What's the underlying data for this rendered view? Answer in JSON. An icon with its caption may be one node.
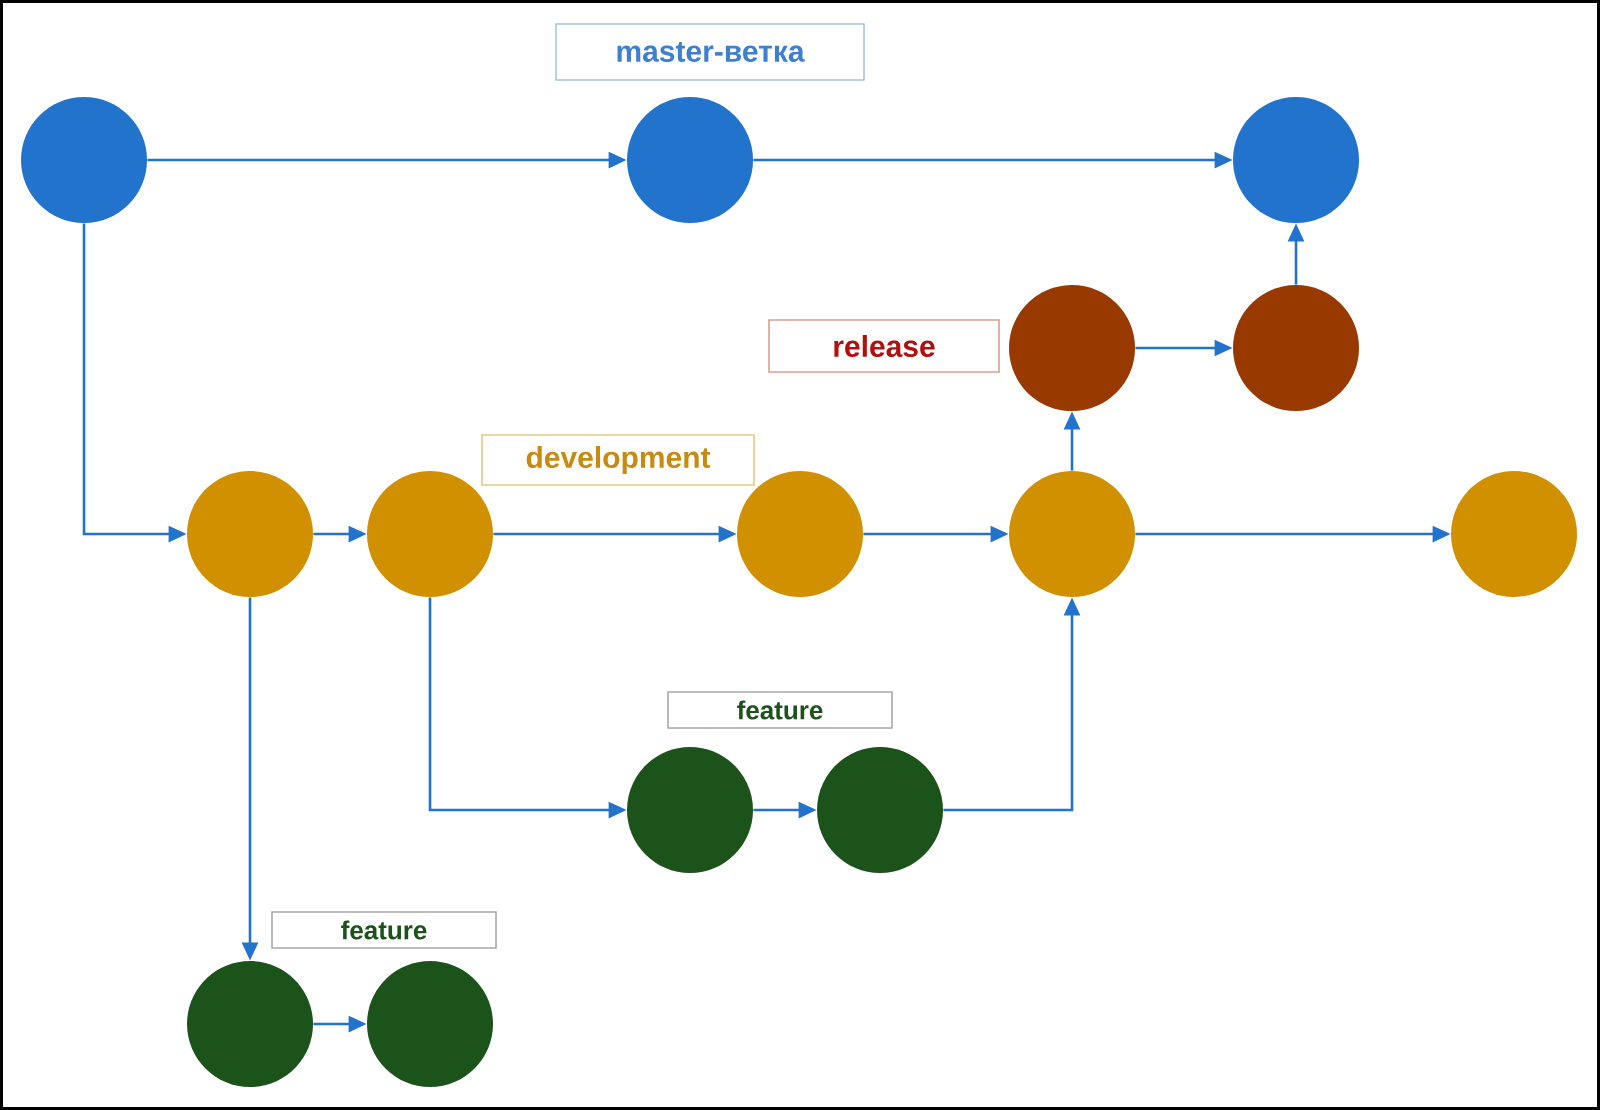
{
  "diagram": {
    "nodes": [
      {
        "text": [
          "master-ветка"
        ]
      },
      {
        "text": [],
        "shape": "circle"
      },
      {
        "text": [],
        "shape": "circle"
      },
      {
        "text": [],
        "shape": "circle"
      },
      {
        "text": [
          "release"
        ]
      },
      {
        "text": [],
        "shape": "circle"
      },
      {
        "text": [],
        "shape": "circle"
      },
      {
        "text": [
          "development"
        ]
      },
      {
        "text": [],
        "shape": "circle"
      },
      {
        "text": [],
        "shape": "circle"
      },
      {
        "text": [],
        "shape": "circle"
      },
      {
        "text": [],
        "shape": "circle"
      },
      {
        "text": [],
        "shape": "circle"
      },
      {
        "text": [
          "feature"
        ]
      },
      {
        "text": [],
        "shape": "circle"
      },
      {
        "text": [],
        "shape": "circle"
      },
      {
        "text": [
          "feature"
        ]
      },
      {
        "text": [],
        "shape": "circle"
      },
      {
        "text": [],
        "shape": "circle"
      }
    ],
    "edges": [
      {
        "from": 1,
        "to": 2,
        "arrow": "to"
      },
      {
        "from": 2,
        "to": 3,
        "arrow": "to"
      },
      {
        "from": 1,
        "to": 8,
        "arrow": "to"
      },
      {
        "from": 8,
        "to": 9,
        "arrow": "to"
      },
      {
        "from": 9,
        "to": 10,
        "arrow": "to"
      },
      {
        "from": 10,
        "to": 11,
        "arrow": "to"
      },
      {
        "from": 11,
        "to": 12,
        "arrow": "to"
      },
      {
        "from": 11,
        "to": 5,
        "arrow": "to"
      },
      {
        "from": 5,
        "to": 6,
        "arrow": "to"
      },
      {
        "from": 6,
        "to": 3,
        "arrow": "to"
      },
      {
        "from": 9,
        "to": 14,
        "arrow": "to"
      },
      {
        "from": 14,
        "to": 15,
        "arrow": "to"
      },
      {
        "from": 15,
        "to": 11,
        "arrow": "to"
      },
      {
        "from": 8,
        "to": 17,
        "arrow": "to"
      },
      {
        "from": 17,
        "to": 18,
        "arrow": "to"
      }
    ]
  }
}
